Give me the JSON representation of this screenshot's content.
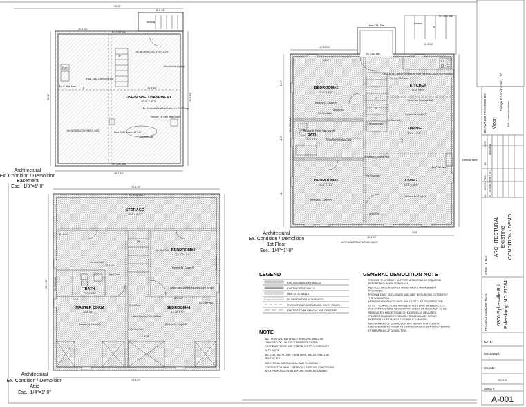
{
  "basement": {
    "room_name": "UNFINISHED BASEMENT",
    "room_size": "28'-10\" X 25'-5\"",
    "notes": [
      "NO WORKING ON THIS FLOOR",
      "NO WORKING ON THIS FLOOR",
      "Exist. CMU Column 16\"X16\"",
      "Exist. CMU Column 16\"X16\"",
      "Concrete Slab",
      "Ex. Electrical Panel New Heavy Up To 150Amp",
      "Replace For New Heat Electric",
      "Electric Heat (Heater)",
      "Dryer",
      "Areaway",
      "Ex. CMU Wall",
      "Ex. CMU Wall",
      "UP",
      "Ex. 8\" Wall Beam"
    ],
    "dims": [
      "28'-11\"",
      "28'-9 3/4\"",
      "19'-1 1/2\"",
      "11'-5 3/4\"",
      "14'-5 3/4\"",
      "13'",
      "26'-11\"",
      "25'-5 1/2\""
    ],
    "caption": [
      "Architectural",
      "Ex. Condition / Demolition",
      "Basement",
      "Esc.: 1/8\"=1'-0\""
    ]
  },
  "first_floor": {
    "rooms": [
      {
        "name": "BEDROOM#2",
        "size": "11'-6\" X 10'-5\""
      },
      {
        "name": "BATH",
        "size": "5'-7\" X 8'-5\""
      },
      {
        "name": "BEDROOM#1",
        "size": "11'-5\" X 11'-0\""
      },
      {
        "name": "KITCHEN",
        "size": "11'-2\" X 8'-4\""
      },
      {
        "name": "DINING",
        "size": "11'-2\" X 9'-5\""
      },
      {
        "name": "LIVING",
        "size": "14'-8\" X 11'-6\""
      }
    ],
    "notes": [
      "Remove Ex. Carpet Fl.",
      "Remove Ex. Carpet Fl.",
      "Remove Ex. Carpet Fl.",
      "Remove Ex. Carpet Fl.",
      "Remove Tile Floor",
      "Demo All Ex. Cabinet Relocate All Exist Electrical Circuits And Plumbing",
      "Demo Non Structural Wall",
      "Demo Non Structural Wall",
      "Demo Non Structural Wall",
      "Ex. Stud Wall",
      "Ex. Stud Wall",
      "Ex. Stud Wall",
      "Replace All Fixture Bath And Tile",
      "Demo Door",
      "UP",
      "DN",
      "Entry Basement",
      "Electrical Meter",
      "Ex. CMU Vent",
      "Rear CMU Stair",
      "Entry Door",
      "Areaway",
      "Ex. CMU Wall",
      "Ex. CMU Wall",
      "Ex. CMU Wall",
      "DN"
    ],
    "dims": [
      "28'-4 1/2\"",
      "11'-6\"",
      "14'-8\"",
      "10'-10 3/4\"",
      "10'-2 1/4\"",
      "11'-9\"",
      "5'-4\"",
      "10'-5\"",
      "11'"
    ],
    "change_note": "NOTE NON STRUCTURAL CHANGE",
    "caption": [
      "Architectural",
      "Ex. Condition / Demolition",
      "1st Floor",
      "Esc.: 1/4\"=1'-0\""
    ]
  },
  "attic": {
    "rooms": [
      {
        "name": "STORAGE",
        "size": "26'-8\" X 4'-11\""
      },
      {
        "name": "BEDROOM#3",
        "size": "11'-0\" X 11'-0\""
      },
      {
        "name": "BATH",
        "size": "7'-8\" X 5'-10\""
      },
      {
        "name": "MASTER BDRM",
        "size": "11'-5\" X 11'-7\""
      },
      {
        "name": "BEDROOM#4",
        "size": "14'-10\" X 7'-7\""
      }
    ],
    "notes": [
      "Remove Ex. Carpet Fl.",
      "Remove Ex. Carpet Fl.",
      "Remove Ex. Carpet Fl.",
      "Ex. Stud Wall",
      "Ex. Stud Wall",
      "Ex. Stud Wall",
      "Demo Door",
      "Demo Door",
      "Close Opening Fill-In W/Stud",
      "Create New Opening for a New Door 28\"x80\"",
      "Ex. CMU Vent",
      "DN",
      "Ex. CMU Wall",
      "Ex. CMU Wall",
      "Ex. CMU Wall"
    ],
    "dims": [
      "28'-8 1/2\"",
      "28'-8 1/2\"",
      "11'-4 1/2\"",
      "3'-4 1/2\"",
      "11'-5\"",
      "12'-5 1/2\"",
      "9'-11\"",
      "28'-4 1/2\""
    ],
    "caption": [
      "Architectural",
      "Ex. Condition / Demolition",
      "Attic",
      "Esc.: 1/4\"=1'-0\""
    ]
  },
  "legend": {
    "title": "LEGEND",
    "items": [
      "EXISTING MASONRY WALLS",
      "EXISTING STUD WALLS",
      "NEW STUD WALLS",
      "NO DEMO WORK IN THIS AREA",
      "PROJECTION FOUNDATIONS, ROOF, STAIRS",
      "EXISTING TO BE REMOVE AND DISPOSED"
    ]
  },
  "note": {
    "title": "NOTE",
    "lines": [
      "ALL ITEMS AND MATERIALS REMOVED SHALL BE",
      "DISPOSED OF, UNLESS OTHERWISE NOTED.",
      "DUST PARTITIONS ARE TO BE BUILT TO COORDINATE",
      "WITH WORK",
      "ALL EXISTING FLOOR, FURNITURE, WALLS, SHALL BE",
      "PROTECTED",
      "ELECTRICAL, MECHANICAL, AND PLUMBING",
      "CONTRACTOR SHALL VERIFY ALL EXISTING CONDITIONS",
      "WITH PROPOSED PLAN BEFORE WORK BEGINNING"
    ]
  },
  "general_demolition_note": {
    "title": "GENERAL DEMOLITION NOTE",
    "lines": [
      "PROVIDE TEMPORARY SUPPORT & SHORING AS REQUIRED",
      "BEFORE NEW WORK IS IN PLACE.",
      "RECYCLE MATERIALS PER GOOD WASTE MANAGEMENT",
      "PRACTICES.",
      "PROVIDE DUST ENCLOSURE AND LIMIT INTRUSIONS OUTSIDE OF",
      "THE WORK AREA.",
      "DEMOLISH FINISH CEILINGS, WALLS, ETC. AS REQUIRED FOR",
      "UTILITY CONNECTIONS, WIRING, STRUCTURAL MEMBERS, ETC.",
      "PER CONTRACTORS NECESSITY IN AREAS OF HOME NOT TO BE",
      "RENOVATED. PATCH TO MATCH EXISTING AS REQUIRED.",
      "PROTECT FINISHES TO REMAIN FROM DAMAGE. REPAIR",
      "EXPEDIENTLY TO MATCH EXISTING IF DAMAGED.",
      "MAJOR AREAS OF DEMOLITION ARE SHOWN FOR CLARITY.",
      "CONTRACTOR TO REFER TO ENTIRE DRAWING SET TO DETERMINE",
      "OTHER AREAS OF DEMOLITION."
    ]
  },
  "title_block": {
    "provided_by_label": "DRAWINGS PROVIDED BY:",
    "firm_logo": "Vicon",
    "firm_name": "Design & Construction, LLC",
    "firm_details": "MHIC License and address",
    "revision_headers": {
      "no": "NO",
      "description": "DESCRIPTION",
      "by": "BY",
      "date": "DATE"
    },
    "revisions": [
      {
        "no": "A",
        "description": "DESIGN PERMIT SET",
        "by": "",
        "date": "08/10/2021"
      }
    ],
    "sheet_title_label": "SHEET TITLE:",
    "sheet_title": [
      "ARCHITECTURAL",
      "EXISTING",
      "CONDITION / DEMO"
    ],
    "project_description_label": "PROJECT DESCRIPTION:",
    "project_address": [
      "6306 Sykesville Rd,",
      "Eldersburg, MD 21784"
    ],
    "date_label": "DATE:",
    "date": "08/10/2021",
    "scale_label": "SCALE:",
    "scale": "1/4\"=1'-0\"",
    "sheet_label": "SHEET:",
    "sheet_number": "A-001"
  }
}
